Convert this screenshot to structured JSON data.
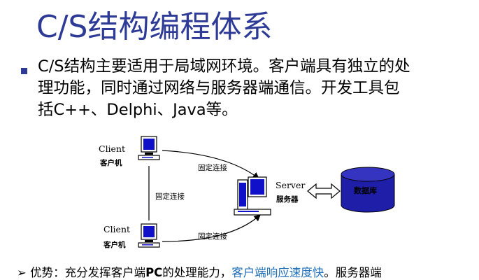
{
  "title": "C/S结构编程体系",
  "bullet": {
    "line1": "C/S结构主要适用于局域网环境。客户端具有独立的处",
    "line2": "理功能，同时通过网络与服务器端通信。开发工具包",
    "line3": "括C++、Delphi、Java等。"
  },
  "diagram": {
    "client_top_en": "Client",
    "client_top_cn": "客户机",
    "client_bottom_en": "Client",
    "client_bottom_cn": "客户机",
    "server_en": "Server",
    "server_cn": "服务器",
    "database": "数据库",
    "conn_top": "固定连接",
    "conn_middle": "固定连接",
    "conn_bottom": "固定连接"
  },
  "bottom": {
    "arrow": "➢",
    "prefix": "优势：充分发挥客户端",
    "pc": "PC",
    "mid": "的处理能力，",
    "highlight": "客户端响应速度快",
    "suffix": "。服务器端"
  },
  "colors": {
    "title": "#2e3b96",
    "computer_blue": "#1010c8",
    "db_fill": "#1e1ea8",
    "highlight": "#1f6fb8"
  }
}
